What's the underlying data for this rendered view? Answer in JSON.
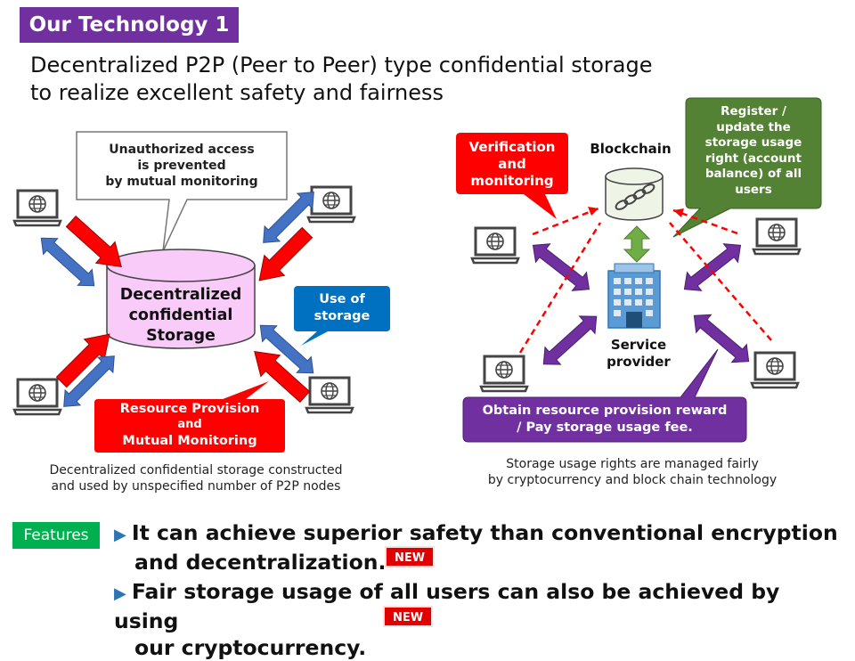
{
  "header": {
    "badge": "Our Technology 1",
    "subtitle_line1": "Decentralized P2P (Peer to Peer) type confidential storage",
    "subtitle_line2": "to realize excellent safety and fairness"
  },
  "left_diagram": {
    "callout_top": [
      "Unauthorized access",
      "is prevented",
      "by mutual monitoring"
    ],
    "storage_label": [
      "Decentralized",
      "confidential",
      "Storage"
    ],
    "use_of_storage": [
      "Use of",
      "storage"
    ],
    "resource_provision": [
      "Resource Provision",
      "and",
      "Mutual Monitoring"
    ],
    "caption": [
      "Decentralized confidential storage constructed",
      "and used by unspecified number of P2P nodes"
    ]
  },
  "right_diagram": {
    "verification": [
      "Verification",
      "and",
      "monitoring"
    ],
    "blockchain_label": "Blockchain",
    "register_callout": [
      "Register /",
      "update the",
      "storage usage",
      "right (account",
      "balance) of all",
      "users"
    ],
    "service_provider": [
      "Service",
      "provider"
    ],
    "reward_callout": [
      "Obtain resource provision reward",
      "/ Pay storage usage fee."
    ],
    "caption": [
      "Storage usage rights are managed fairly",
      "by cryptocurrency and block chain technology"
    ]
  },
  "features": {
    "badge": "Features",
    "items": [
      {
        "line1": "It can achieve superior safety than conventional encryption",
        "line2": "and decentralization.",
        "badge": "NEW"
      },
      {
        "line1": "Fair storage usage of all users can also be achieved by using",
        "line2": "our cryptocurrency.",
        "badge": "NEW"
      }
    ]
  },
  "colors": {
    "purple": "#7030a0",
    "red": "#ff0000",
    "blue": "#0070c0",
    "green": "#548235",
    "pink": "#f7c8f7",
    "features_green": "#00b050"
  }
}
